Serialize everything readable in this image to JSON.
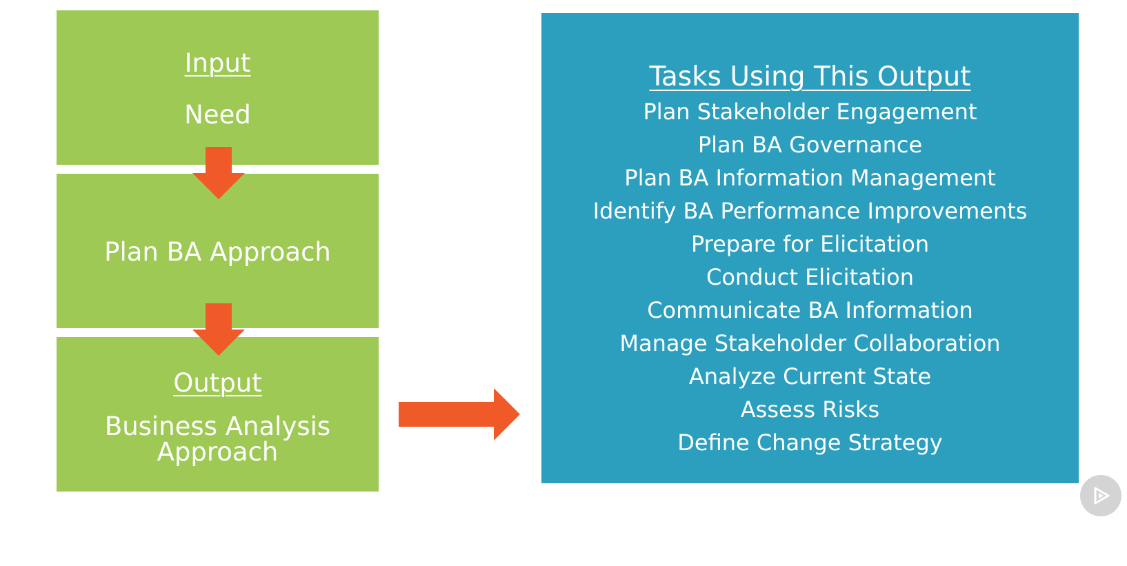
{
  "colors": {
    "green_box": "#9dc954",
    "blue_box": "#2c9fbe",
    "arrow": "#f05a28",
    "text": "#ffffff",
    "play_button": "#d4d4d4"
  },
  "flow": {
    "input": {
      "heading": "Input",
      "value": "Need"
    },
    "task": {
      "label": "Plan BA Approach"
    },
    "output": {
      "heading": "Output",
      "value": "Business Analysis Approach"
    }
  },
  "tasks": {
    "title": "Tasks Using This Output",
    "items": [
      "Plan Stakeholder Engagement",
      "Plan BA Governance",
      "Plan BA Information Management",
      "Identify BA Performance Improvements",
      "Prepare for Elicitation",
      "Conduct Elicitation",
      "Communicate BA Information",
      "Manage Stakeholder Collaboration",
      "Analyze Current State",
      "Assess Risks",
      "Define Change Strategy"
    ]
  },
  "icons": {
    "down_arrow": "arrow-down-icon",
    "right_arrow": "arrow-right-icon",
    "play": "play-icon"
  }
}
